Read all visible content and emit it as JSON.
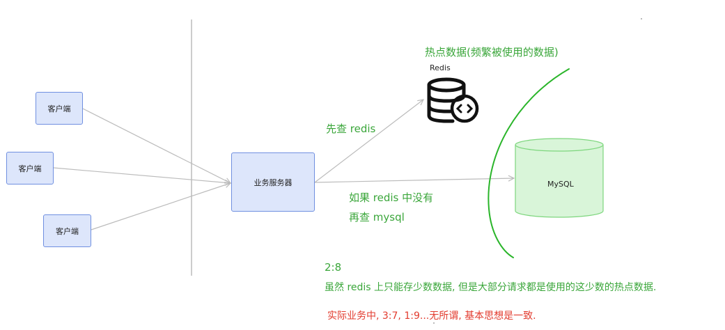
{
  "nodes": {
    "client_1": "客户端",
    "client_2": "客户端",
    "client_3": "客户端",
    "server": "业务服务器",
    "redis": "Redis",
    "mysql": "MySQL"
  },
  "annotations": {
    "hot_data": "热点数据(频繁被使用的数据)",
    "query_redis": "先查 redis",
    "fallback_line1": "如果 redis 中没有",
    "fallback_line2": "再查 mysql",
    "ratio": "2:8",
    "explanation": "虽然 redis 上只能存少数数据, 但是大部分请求都是使用的这少数的热点数据.",
    "note": "实际业务中, 3:7, 1:9...无所谓, 基本思想是一致."
  },
  "colors": {
    "node_fill": "#dde6fb",
    "node_border": "#6f8fe0",
    "mysql_fill": "#d9f5d9",
    "mysql_border": "#7dd67d",
    "annotation_green": "#3aa63a",
    "annotation_red": "#e23b2e",
    "arrow": "#bbbbbb"
  }
}
